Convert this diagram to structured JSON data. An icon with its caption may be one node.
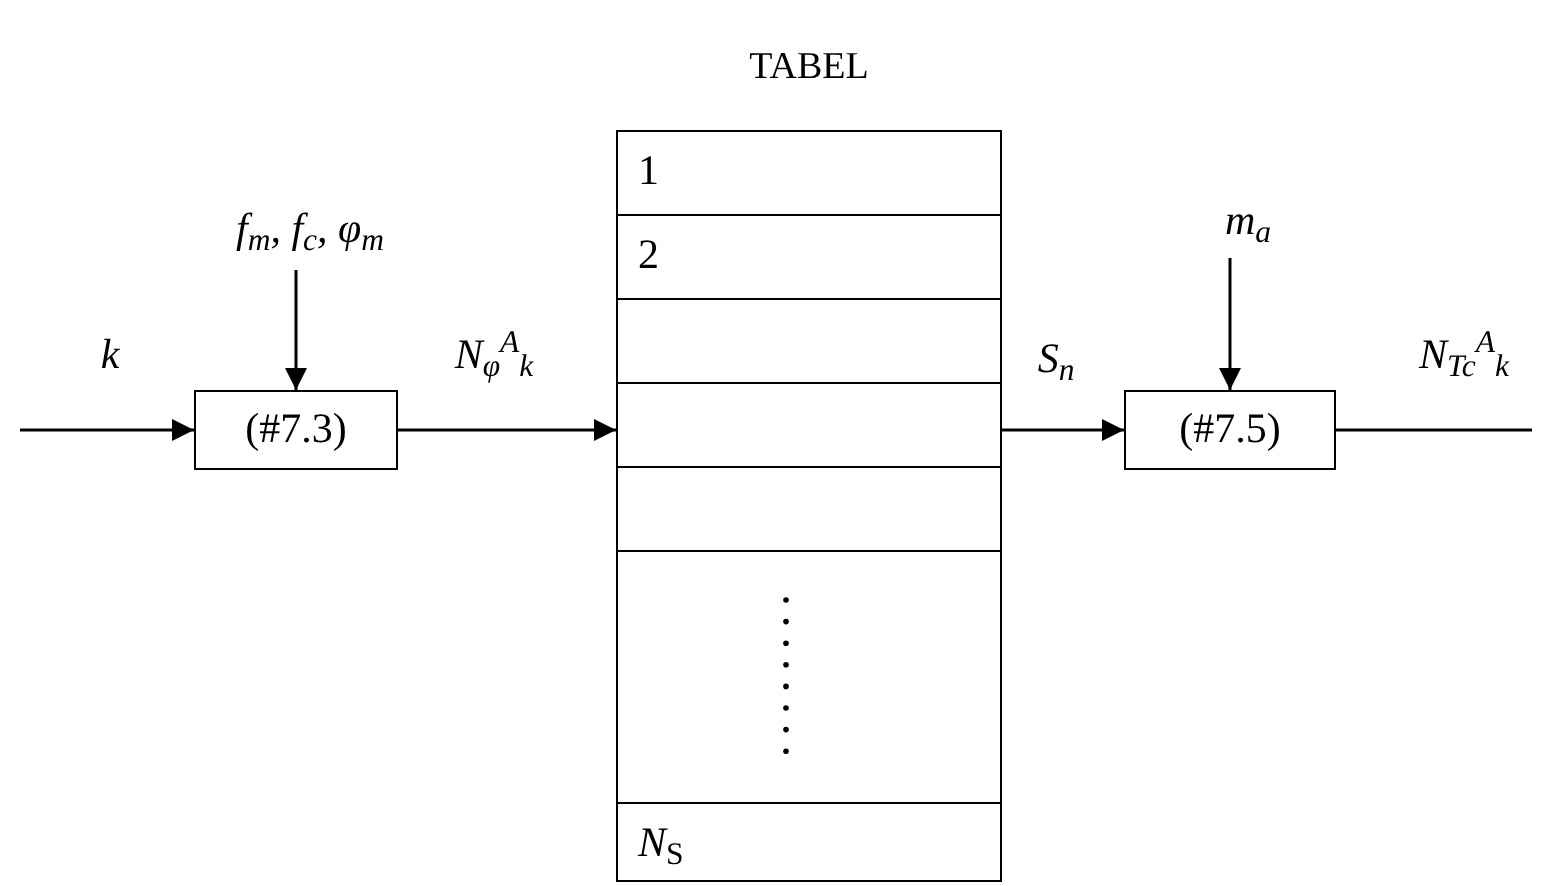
{
  "diagram": {
    "nodes": [
      {
        "text": [
          "TABEL"
        ]
      },
      {
        "text": [
          "1"
        ],
        "in": 0
      },
      {
        "text": [
          "2"
        ],
        "in": 0
      },
      {
        "text": [],
        "shape": "box",
        "in": 0
      },
      {
        "text": [],
        "shape": "box",
        "in": 0
      },
      {
        "text": [],
        "shape": "box",
        "in": 0
      },
      {
        "text": [],
        "shape": "box",
        "in": 0
      },
      {
        "text": [
          "*N*$_{S}$"
        ],
        "in": 0
      },
      {
        "text": [
          "(#7.3)"
        ]
      },
      {
        "text": [
          "(#7.5)"
        ]
      },
      {
        "text": [
          "f$_{m}$, f$_{c}$, φ$_{m}$"
        ]
      },
      {
        "text": [
          "m$_{a}$"
        ]
      }
    ],
    "edges": [
      {
        "from": null,
        "to": 8,
        "arrow": "to",
        "label": "k"
      },
      {
        "from": 10,
        "to": 8,
        "arrow": "to"
      },
      {
        "from": 8,
        "to": 4,
        "arrow": "to",
        "label": "N$_{φ}$$^{A}$$_{k}$"
      },
      {
        "from": 4,
        "to": 9,
        "arrow": "to",
        "label": "S$_{n}$"
      },
      {
        "from": 11,
        "to": 9,
        "arrow": "to"
      },
      {
        "from": 9,
        "to": null,
        "arrow": "none",
        "label": "N$_{Tc}$$^{A}$$_{k}$"
      }
    ]
  }
}
